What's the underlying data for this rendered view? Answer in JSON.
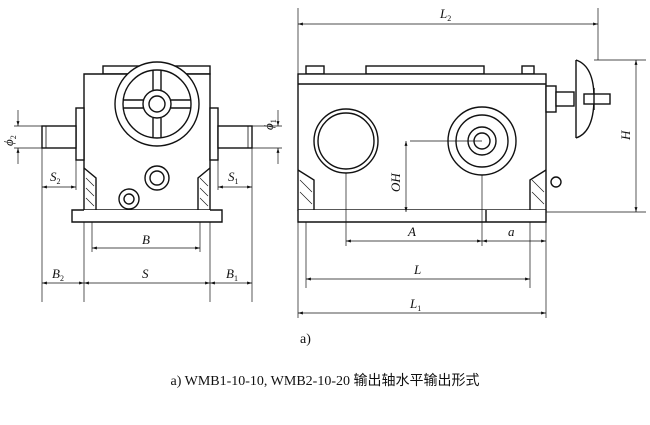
{
  "labels": {
    "L2": "L",
    "L2_sub": "2",
    "H": "H",
    "OH": "OH",
    "A": "A",
    "a": "a",
    "L": "L",
    "L1": "L",
    "L1_sub": "1",
    "phi2": "ϕ",
    "phi2_sub": "2",
    "phi1": "ϕ",
    "phi1_sub": "1",
    "S2": "S",
    "S2_sub": "2",
    "S1": "S",
    "S1_sub": "1",
    "B": "B",
    "B2": "B",
    "B2_sub": "2",
    "S": "S",
    "B1": "B",
    "B1_sub": "1"
  },
  "sub_label": "a)",
  "caption": "a) WMB1-10-10, WMB2-10-20 输出轴水平输出形式"
}
